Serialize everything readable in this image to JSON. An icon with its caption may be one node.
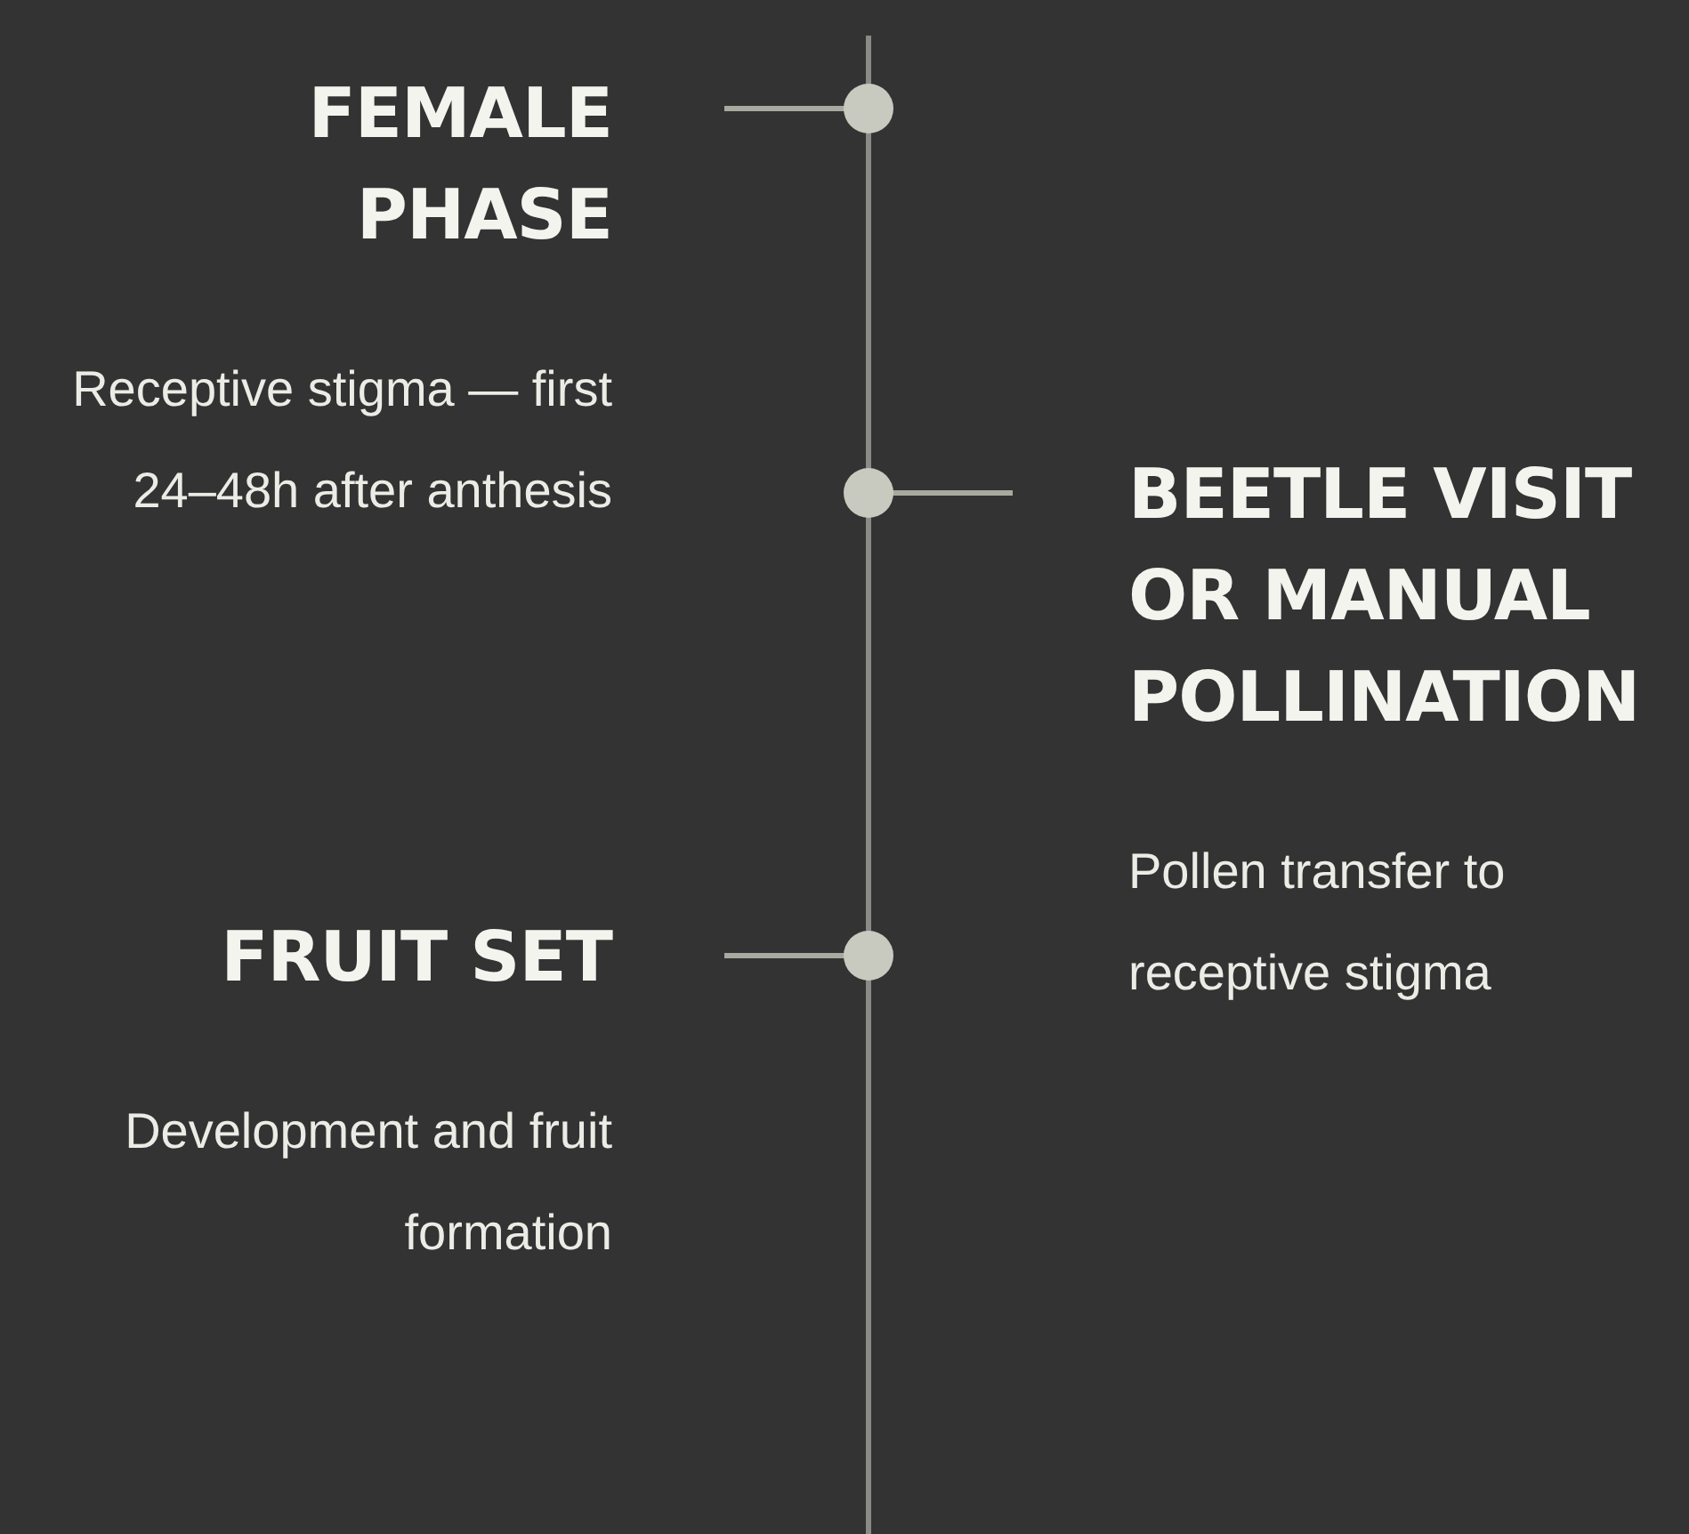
{
  "diagram": {
    "nodes": [
      {
        "text": [
          "FEMALE PHASE",
          "Receptive stigma — first 24–48h after anthesis"
        ]
      },
      {
        "text": [],
        "shape": "circle"
      },
      {
        "text": [],
        "shape": "circle"
      },
      {
        "text": [
          "BEETLE VISIT OR MANUAL POLLINATION",
          "Pollen transfer to receptive stigma"
        ]
      },
      {
        "text": [
          "FRUIT SET",
          "Development and fruit formation"
        ]
      },
      {
        "text": [],
        "shape": "circle"
      }
    ]
  }
}
